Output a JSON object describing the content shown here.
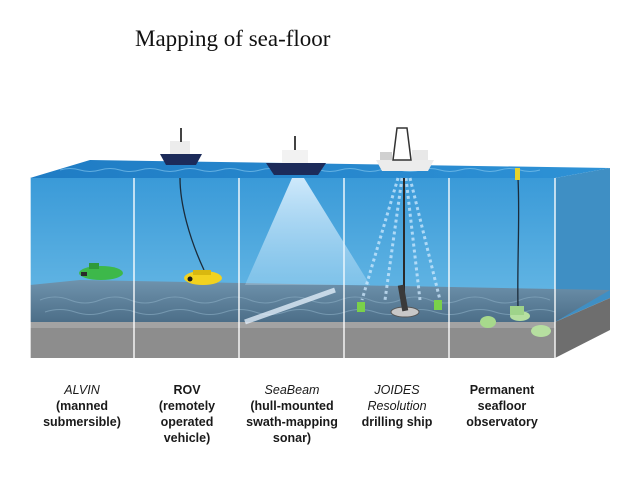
{
  "title": "Mapping of sea-floor",
  "columns": [
    {
      "name": "ALVIN",
      "desc": [
        "(manned",
        "submersible)"
      ],
      "name_style": "italic"
    },
    {
      "name": "ROV",
      "desc": [
        "(remotely",
        "operated",
        "vehicle)"
      ],
      "name_style": "bold"
    },
    {
      "name": "SeaBeam",
      "desc": [
        "(hull-mounted",
        "swath-mapping",
        "sonar)"
      ],
      "name_style": "italic"
    },
    {
      "name": "JOIDES",
      "name2": "Resolution",
      "desc": [
        "drilling ship"
      ],
      "name_style": "italic"
    },
    {
      "name": "Permanent",
      "name2": "seafloor",
      "desc": [
        "observatory"
      ],
      "name_style": "bold"
    }
  ],
  "colors": {
    "ocean_surface": "#2f8fd0",
    "water": "#5fb3e3",
    "seafloor": "#5d7f98",
    "rock": "#8a8a8a",
    "ship_hull": "#1c2b5a",
    "alvin": "#3db84a",
    "rov": "#f2d21f"
  }
}
